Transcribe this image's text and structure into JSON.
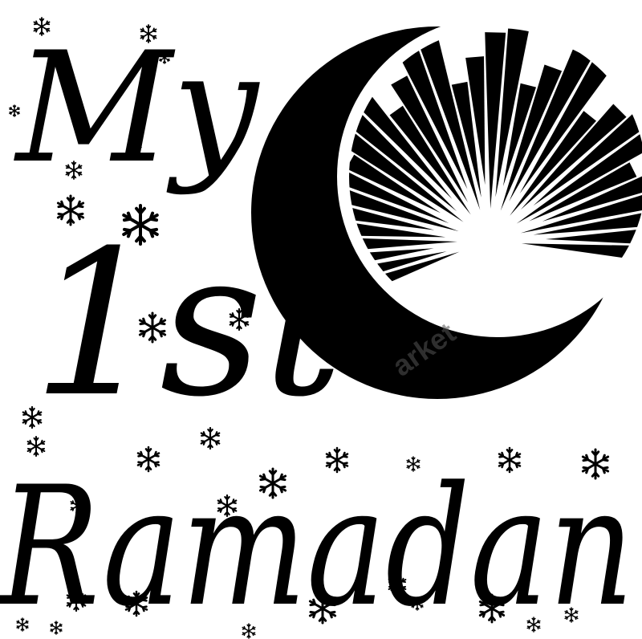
{
  "artwork": {
    "line1": "My",
    "line2": "1st",
    "line3": "Ramadan",
    "snowflake_glyph": "❄",
    "watermark": "arket"
  },
  "colors": {
    "ink": "#000000",
    "background": "#ffffff"
  }
}
